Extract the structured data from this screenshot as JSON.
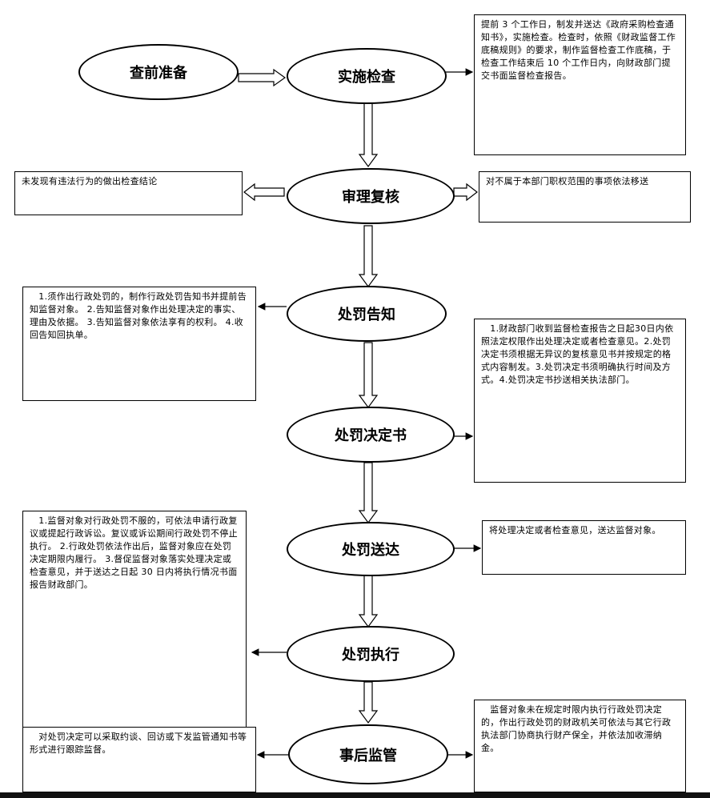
{
  "nodes": {
    "prep": "查前准备",
    "implement": "实施检查",
    "review": "审理复核",
    "notice": "处罚告知",
    "decision": "处罚决定书",
    "delivery": "处罚送达",
    "execution": "处罚执行",
    "followup": "事后监管"
  },
  "notes": {
    "implement": "提前 3 个工作日，制发并送达《政府采购检查通知书》，实施检查。检查时，依照《财政监督工作底稿规则》的要求，制作监督检查工作底稿，于检查工作结束后 10 个工作日内，向财政部门提交书面监督检查报告。",
    "review_left": "未发现有违法行为的做出检查结论",
    "review_right": "对不属于本部门职权范围的事项依法移送",
    "notice": "　1.须作出行政处罚的，制作行政处罚告知书并提前告知监督对象。 2.告知监督对象作出处理决定的事实、理由及依据。 3.告知监督对象依法享有的权利。 4.收回告知回执单。",
    "decision": "　1.财政部门收到监督检查报告之日起30日内依照法定权限作出处理决定或者检查意见。2.处罚决定书须根据无异议的复核意见书并按规定的格式内容制发。3.处罚决定书须明确执行时间及方式。4.处罚决定书抄送相关执法部门。",
    "delivery": "将处理决定或者检查意见，送达监督对象。",
    "execution": "　1.监督对象对行政处罚不服的，可依法申请行政复议或提起行政诉讼。复议或诉讼期间行政处罚不停止执行。 2.行政处罚依法作出后，监督对象应在处罚决定期限内履行。 3.督促监督对象落实处理决定或检查意见，并于送达之日起 30 日内将执行情况书面报告财政部门。",
    "followup_left": "　对处罚决定可以采取约谈、回访或下发监管通知书等形式进行跟踪监督。",
    "followup_right": "　监督对象未在规定时限内执行行政处罚决定的，作出行政处罚的财政机关可依法与其它行政执法部门协商执行财产保全，并依法加收滞纳金。"
  }
}
